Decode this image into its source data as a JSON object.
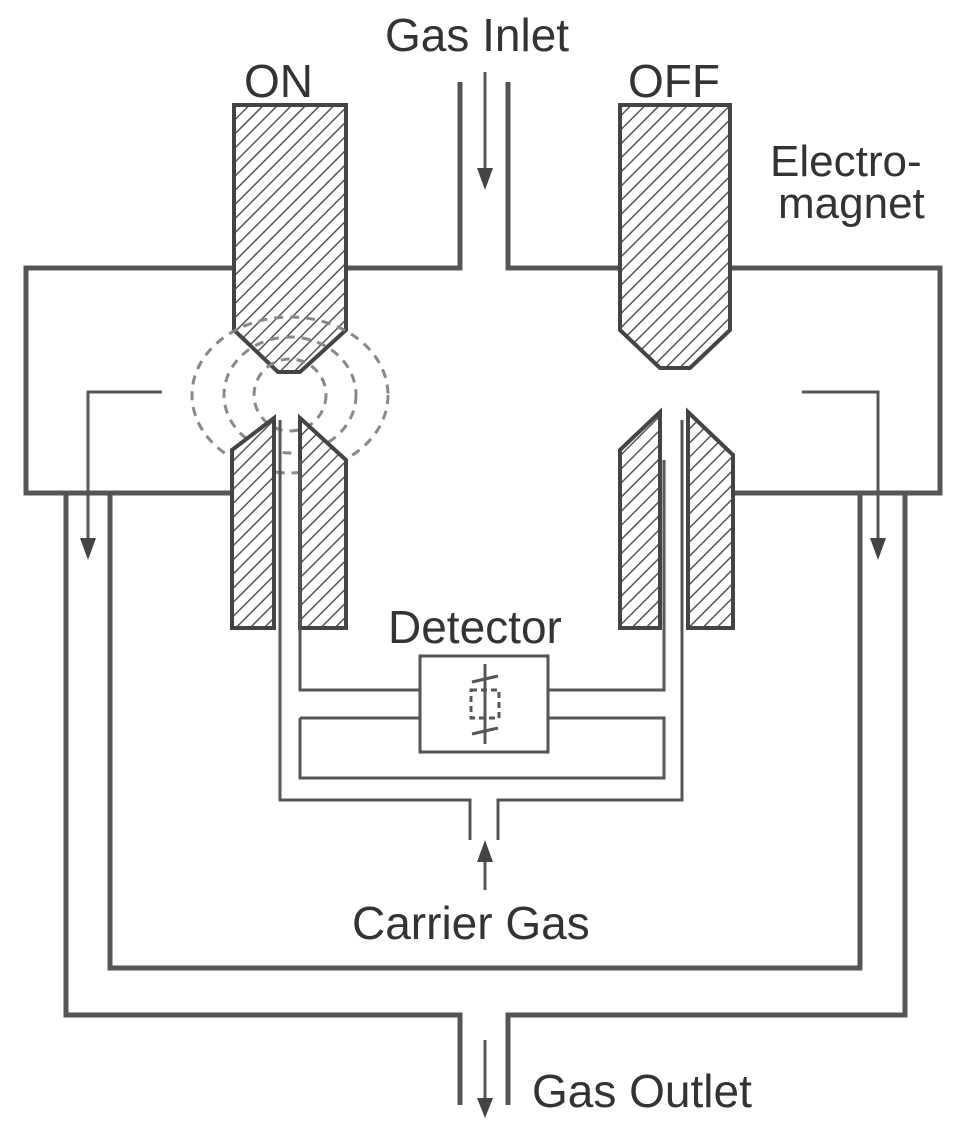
{
  "labels": {
    "gas_inlet": "Gas Inlet",
    "on": "ON",
    "off": "OFF",
    "electromagnet_line1": "Electro-",
    "electromagnet_line2": "magnet",
    "detector": "Detector",
    "carrier_gas": "Carrier Gas",
    "gas_outlet": "Gas Outlet"
  },
  "colors": {
    "line": "#555555",
    "text": "#333333",
    "hatch": "#555555",
    "field": "#888888"
  },
  "state": {
    "left_valve": "ON",
    "right_valve": "OFF"
  }
}
